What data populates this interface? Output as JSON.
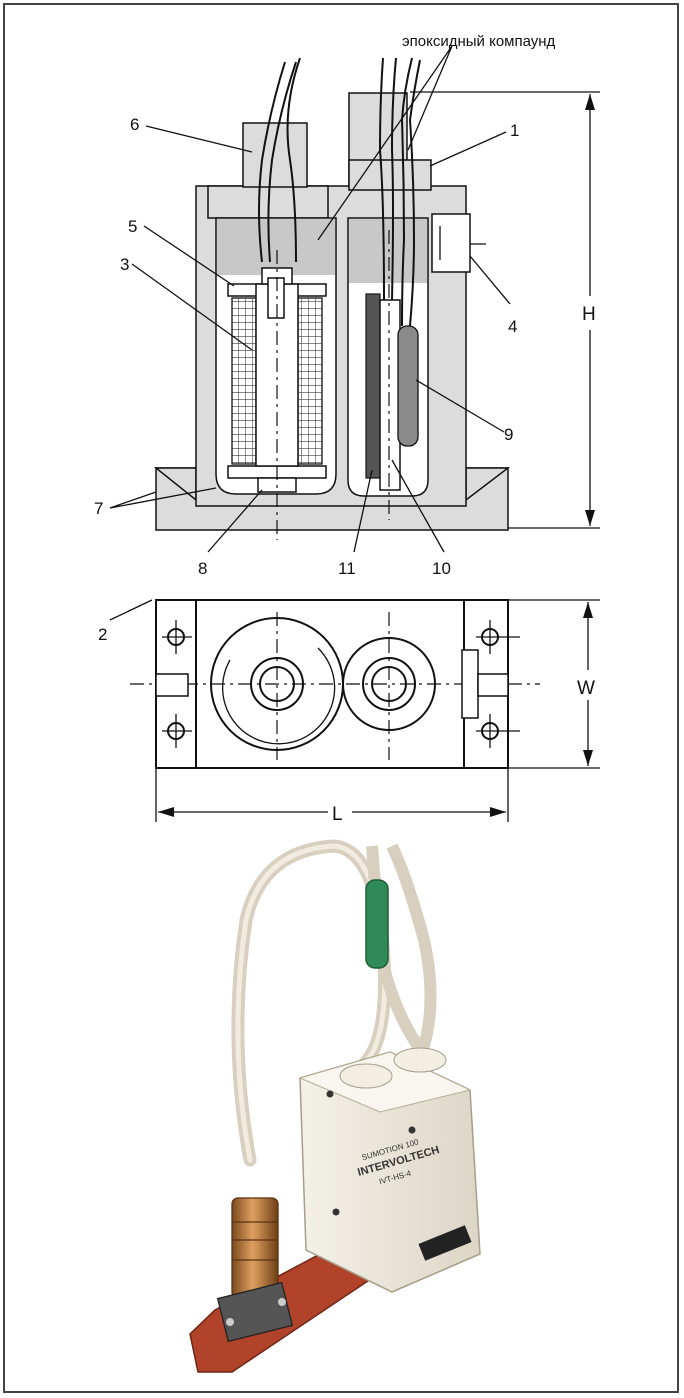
{
  "annotation": "эпоксидный компаунд",
  "callouts": [
    "1",
    "2",
    "3",
    "4",
    "5",
    "6",
    "7",
    "8",
    "9",
    "10",
    "11"
  ],
  "dimensions": {
    "height": "H",
    "width": "W",
    "length": "L"
  },
  "photo_marking": {
    "line1": "SUMOTION 100",
    "line2": "INTERVOLTECH",
    "line3": "IVT-HS-4"
  },
  "colors": {
    "line": "#111111",
    "housing": "#dcdcdc",
    "epoxy": "#c8c8c8",
    "sleeve_green": "#2e8b57",
    "pcb": "#b0432a",
    "connector": "#b87333"
  }
}
